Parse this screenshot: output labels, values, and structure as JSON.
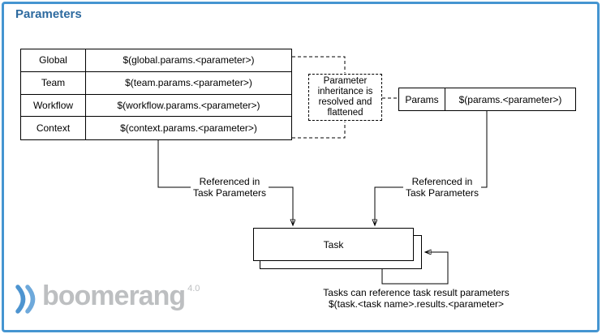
{
  "title": "Parameters",
  "param_table": {
    "rows": [
      {
        "label": "Global",
        "value": "$(global.params.<parameter>)"
      },
      {
        "label": "Team",
        "value": "$(team.params.<parameter>)"
      },
      {
        "label": "Workflow",
        "value": "$(workflow.params.<parameter>)"
      },
      {
        "label": "Context",
        "value": "$(context.params.<parameter>)"
      }
    ]
  },
  "inheritance_note": "Parameter inheritance is resolved and flattened",
  "params_box": {
    "label": "Params",
    "value": "$(params.<parameter>)"
  },
  "ref_label_left": {
    "line1": "Referenced in",
    "line2": "Task Parameters"
  },
  "ref_label_right": {
    "line1": "Referenced in",
    "line2": "Task Parameters"
  },
  "task_box": {
    "label": "Task"
  },
  "task_result_note": {
    "line1": "Tasks can reference task result parameters",
    "line2": "$(task.<task name>.results.<parameter>"
  },
  "logo": {
    "name": "boomerang",
    "version": "4.0",
    "icon": "double-chevron-icon"
  },
  "colors": {
    "frame_border": "#4595d1",
    "title": "#2d6a9f",
    "logo_text": "#bdbfc1",
    "logo_icon_dark": "#4d94d0",
    "logo_icon_light": "#6ea9db",
    "diagram_line": "#000000"
  }
}
